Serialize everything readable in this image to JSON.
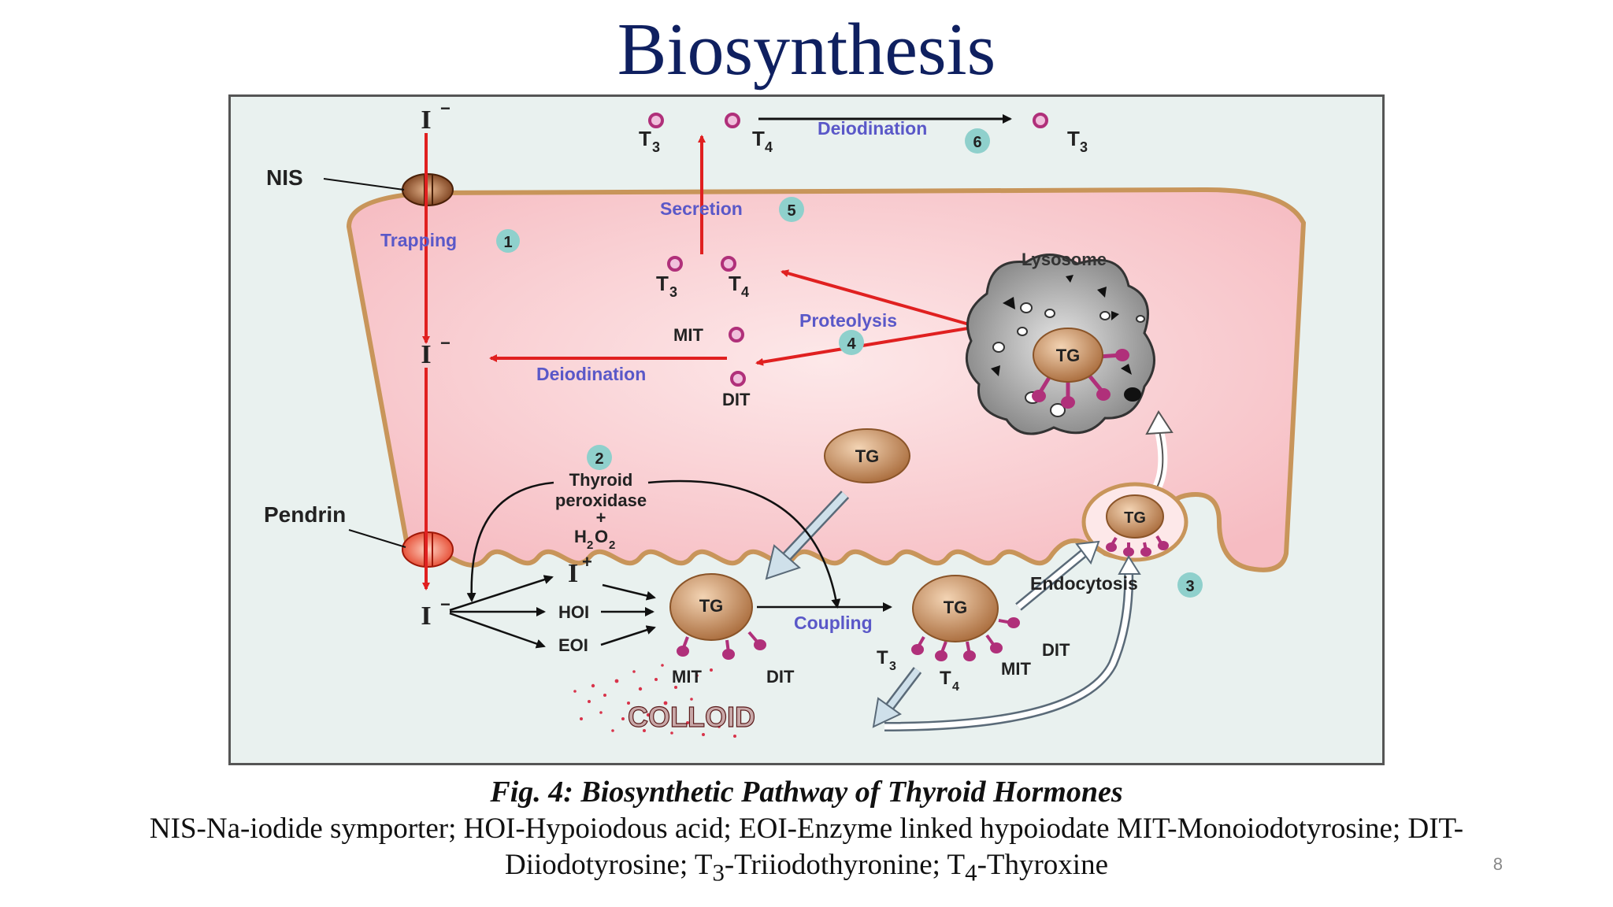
{
  "slide": {
    "title": "Biosynthesis",
    "page_number": "8"
  },
  "figure": {
    "labels": {
      "iodide": "I",
      "iodide_charge": "−",
      "iodine_plus": "I",
      "iodine_plus_charge": "+",
      "nis": "NIS",
      "pendrin": "Pendrin",
      "lysosome": "Lysosome",
      "tg": "TG",
      "hoi": "HOI",
      "eoi": "EOI",
      "mit": "MIT",
      "dit": "DIT",
      "t3": "T",
      "t3_sub": "3",
      "t4": "T",
      "t4_sub": "4",
      "colloid": "COLLOID",
      "thyroid": "Thyroid",
      "peroxidase": "peroxidase",
      "plus": "+",
      "h2o2_h": "H",
      "h2o2_sub": "2",
      "h2o2_o": "O",
      "h2o2_sub2": "2"
    },
    "steps": [
      {
        "label": "Trapping",
        "number": "1"
      },
      {
        "label": "",
        "number": "2"
      },
      {
        "label": "Endocytosis",
        "number": "3"
      },
      {
        "label": "Proteolysis",
        "number": "4"
      },
      {
        "label": "Secretion",
        "number": "5"
      },
      {
        "label": "Deiodination",
        "number": "6"
      }
    ],
    "inner_deiodination": "Deiodination",
    "coupling": "Coupling",
    "colors": {
      "arrow_red": "#e02020",
      "cell_fill": "#fad2d4",
      "cell_border": "#c8955a",
      "step_badge": "#8fd0cc",
      "step_text": "#5a58c8",
      "tg_ball": "#c98c5a",
      "iodotyrosine": "#b0307a"
    }
  },
  "caption": {
    "title": "Fig. 4: Biosynthetic Pathway of Thyroid Hormones",
    "legend_part1": "NIS-Na-iodide symporter; HOI-Hypoiodous acid; EOI-Enzyme linked hypoiodate MIT-Monoiodotyrosine; DIT-",
    "legend_part2": "Diiodotyrosine; T",
    "legend_sub3": "3",
    "legend_part3": "-Triiodothyronine; T",
    "legend_sub4": "4",
    "legend_part4": "-Thyroxine"
  }
}
